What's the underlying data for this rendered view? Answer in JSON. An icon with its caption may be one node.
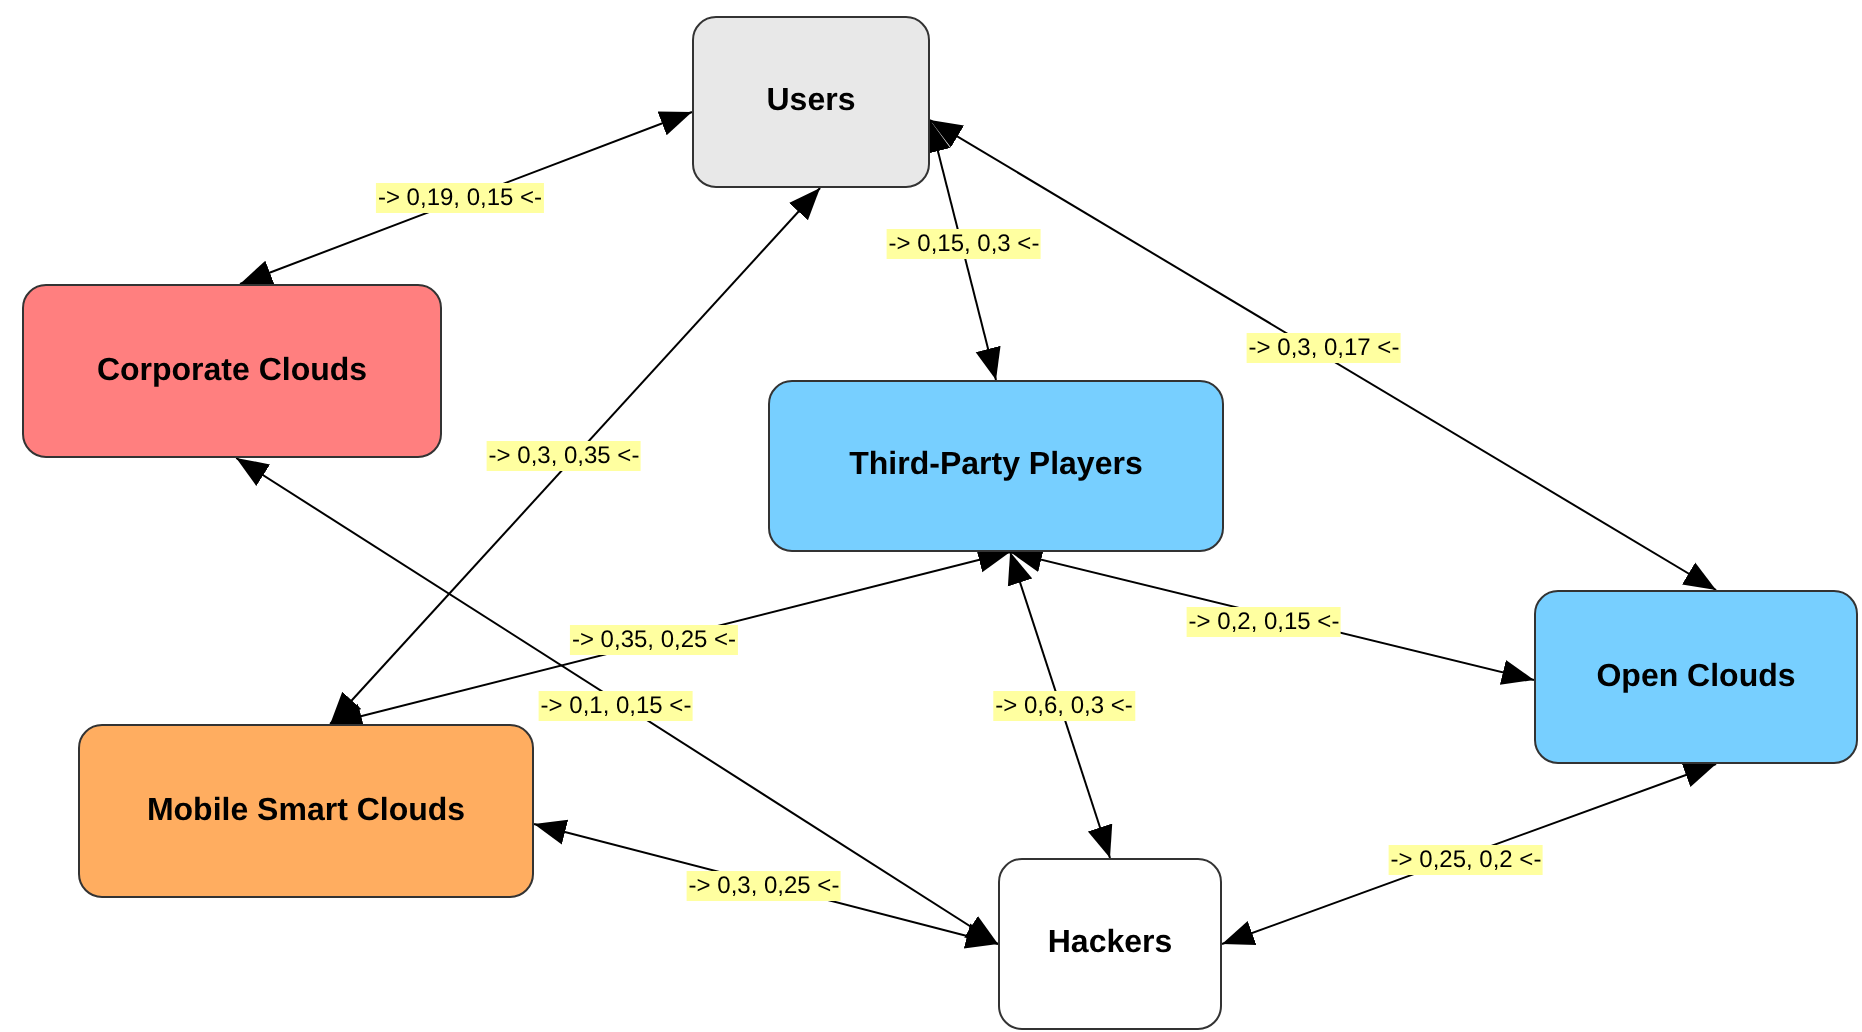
{
  "diagram": {
    "nodes": [
      {
        "text": [
          "Users"
        ]
      },
      {
        "text": [
          "Corporate Clouds"
        ]
      },
      {
        "text": [
          "Third-Party Players"
        ]
      },
      {
        "text": [
          "Open Clouds"
        ]
      },
      {
        "text": [
          "Mobile Smart Clouds"
        ]
      },
      {
        "text": [
          "Hackers"
        ]
      }
    ],
    "edges": [
      {
        "from": 1,
        "to": 0,
        "arrow": "both",
        "label": "-> 0,19, 0,15 <-"
      },
      {
        "from": 4,
        "to": 0,
        "arrow": "both",
        "label": "-> 0,3, 0,35 <-"
      },
      {
        "from": 0,
        "to": 2,
        "arrow": "both",
        "label": "-> 0,15, 0,3 <-"
      },
      {
        "from": 0,
        "to": 3,
        "arrow": "both",
        "label": "-> 0,3, 0,17 <-"
      },
      {
        "from": 4,
        "to": 2,
        "arrow": "both",
        "label": "-> 0,35, 0,25 <-"
      },
      {
        "from": 5,
        "to": 1,
        "arrow": "both",
        "label": "-> 0,1, 0,15 <-"
      },
      {
        "from": 2,
        "to": 3,
        "arrow": "both",
        "label": "-> 0,2, 0,15 <-"
      },
      {
        "from": 2,
        "to": 5,
        "arrow": "both",
        "label": "-> 0,6, 0,3 <-"
      },
      {
        "from": 5,
        "to": 4,
        "arrow": "both",
        "label": "-> 0,3, 0,25 <-"
      },
      {
        "from": 5,
        "to": 3,
        "arrow": "both",
        "label": "-> 0,25, 0,2 <-"
      }
    ]
  }
}
